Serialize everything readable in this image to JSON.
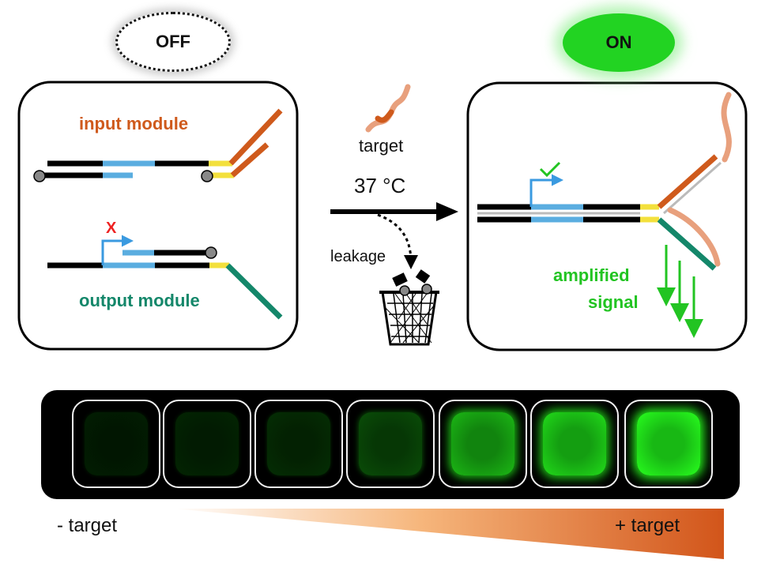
{
  "badges": {
    "off": "OFF",
    "on": "ON"
  },
  "left_panel": {
    "input_module": "input module",
    "output_module": "output module",
    "blocked_mark": "X"
  },
  "center": {
    "target": "target",
    "temperature": "37 °C",
    "leakage": "leakage"
  },
  "right_panel": {
    "signal_line1": "amplified",
    "signal_line2": "signal"
  },
  "strip": {
    "wells": [
      0.05,
      0.08,
      0.12,
      0.25,
      0.7,
      0.85,
      1.0
    ],
    "neg_label": "- target",
    "pos_label": "+ target"
  },
  "colors": {
    "strand_black": "#000000",
    "promoter_blue": "#5aade0",
    "toehold_yellow": "#f3e03c",
    "input_orange": "#cf5a1c",
    "output_green": "#14876a",
    "signal_green": "#22c422",
    "target_peach": "#e8a07d",
    "blocked_red": "#ee2222"
  }
}
